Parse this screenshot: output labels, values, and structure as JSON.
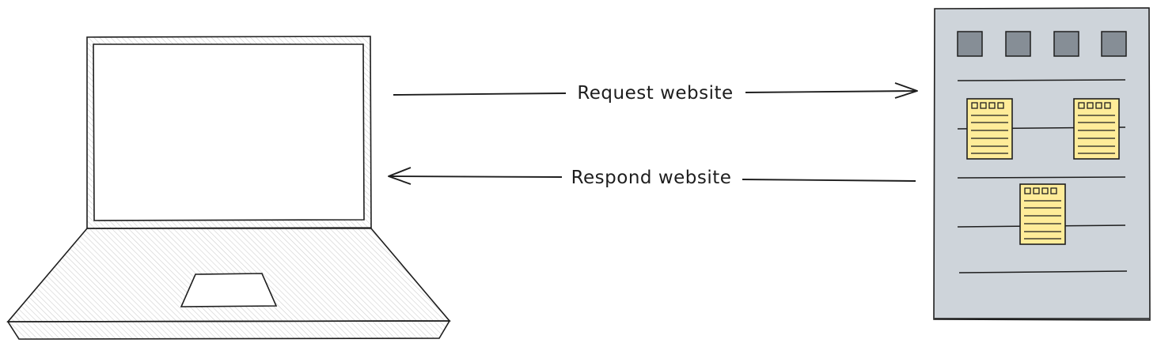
{
  "nodes": {
    "client": {
      "label": "",
      "icon": "laptop-icon"
    },
    "server": {
      "label": "",
      "icon": "server-rack-icon"
    }
  },
  "edges": {
    "request": {
      "label": "Request website",
      "direction": "client-to-server"
    },
    "response": {
      "label": "Respond website",
      "direction": "server-to-client"
    }
  },
  "colors": {
    "stroke": "#1e1e1e",
    "laptop_hatch": "#d9d9d9",
    "server_body": "#ced4da",
    "server_slot": "#868e96",
    "document_fill": "#ffec99"
  }
}
